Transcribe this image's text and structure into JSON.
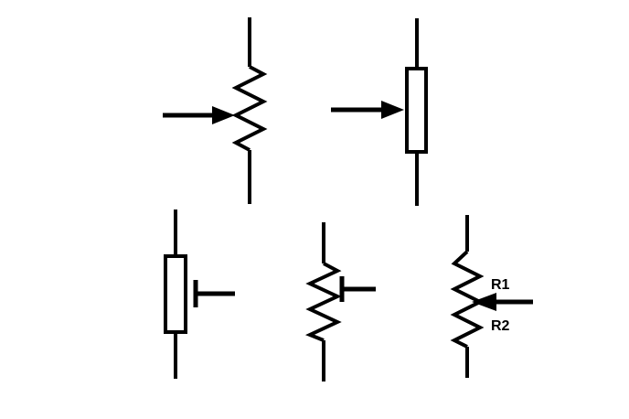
{
  "colors": {
    "ink": "#000000",
    "background": "#ffffff"
  },
  "diagram": {
    "kind": "electronic-schematic-symbols",
    "symbols": [
      {
        "name": "potentiometer-zigzag-arrow",
        "description": "zigzag resistor with wiper arrow entering from left"
      },
      {
        "name": "potentiometer-box-arrow",
        "description": "box resistor with wiper arrow entering from left"
      },
      {
        "name": "tapped-box-resistor",
        "description": "box resistor with fixed T-tap on right side"
      },
      {
        "name": "tapped-zigzag-resistor",
        "description": "zigzag resistor with fixed T-tap on right side"
      },
      {
        "name": "potentiometer-divider-labeled",
        "description": "zigzag resistor with wiper arrow entering from right, sections labeled",
        "labels": {
          "upper": "R1",
          "lower": "R2"
        }
      }
    ]
  }
}
